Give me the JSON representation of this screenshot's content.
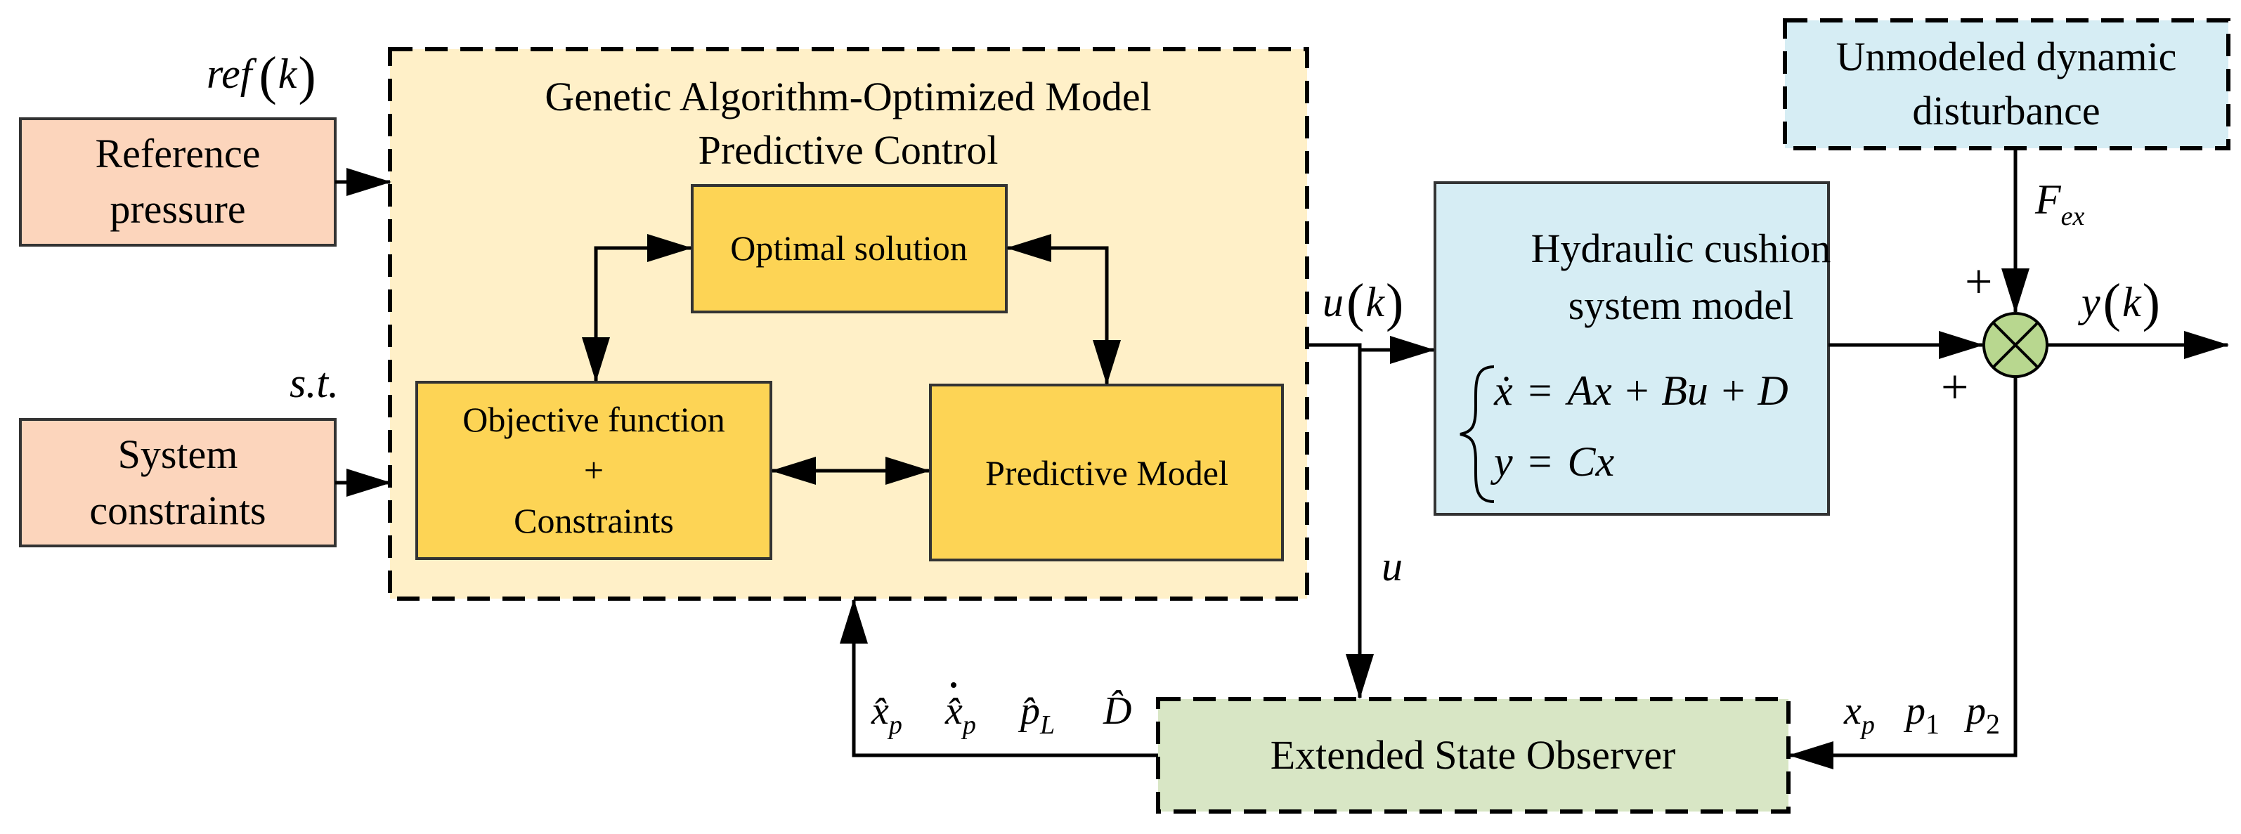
{
  "blocks": {
    "reference": {
      "line1": "Reference",
      "line2": "pressure"
    },
    "constraints": {
      "line1": "System",
      "line2": "constraints"
    },
    "ga_mpc": {
      "line1": "Genetic Algorithm-Optimized Model",
      "line2": "Predictive Control"
    },
    "optimal": {
      "label": "Optimal solution"
    },
    "objective": {
      "line1": "Objective function",
      "line2": "+",
      "line3": "Constraints"
    },
    "predictive": {
      "label": "Predictive Model"
    },
    "plant": {
      "line1": "Hydraulic cushion",
      "line2": "system model"
    },
    "disturbance": {
      "line1": "Unmodeled dynamic",
      "line2": "disturbance"
    },
    "eso": {
      "label": "Extended State Observer"
    }
  },
  "equations": {
    "row1": {
      "xdot": "ẋ",
      "eq": "=",
      "rhs": "Ax + Bu + D"
    },
    "row2": {
      "lhs": "y",
      "eq": "=",
      "rhs": "Cx"
    }
  },
  "signals": {
    "ref_k": {
      "name": "ref",
      "arg": "k"
    },
    "st": "s.t.",
    "u_k": {
      "name": "u",
      "arg": "k"
    },
    "u": "u",
    "y_k": {
      "name": "y",
      "arg": "k"
    },
    "f_ex": {
      "name": "F",
      "sub": "ex"
    },
    "plus_top": "+",
    "plus_bottom": "+",
    "x_p": {
      "name": "x",
      "sub": "p"
    },
    "p_1": {
      "name": "p",
      "sub": "1"
    },
    "p_2": {
      "name": "p",
      "sub": "2"
    },
    "xhat_p": {
      "name": "x̂",
      "sub": "p"
    },
    "xdothat_p": {
      "name": "x̂",
      "sub": "p"
    },
    "phat_L": {
      "name": "p̂",
      "sub": "L"
    },
    "Dhat": "D̂"
  },
  "colors": {
    "input_block": "#fcd5bc",
    "ga_region": "#fff0c8",
    "inner_block": "#fdd455",
    "plant_block": "#d6edf4",
    "eso_block": "#d8e6c5",
    "summing_junction": "#b8d78f"
  }
}
